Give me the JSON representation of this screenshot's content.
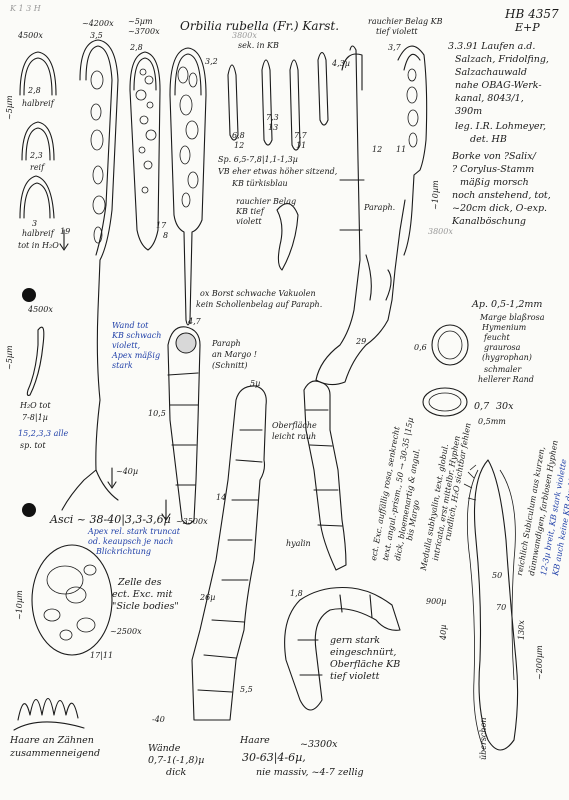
{
  "corner_stamp": "K 1 3 H",
  "sheet_id": "HB 4357",
  "sheet_sub": "E+P",
  "title": "Orbilia rubella (Fr.) Karst.",
  "collection": {
    "date_place": "3.3.91 Laufen a.d.",
    "lines": [
      "Salzach, Fridolfing,",
      "Salzachauwald",
      "nahe OBAG-Werk-",
      "kanal, 8043/1,",
      "390m"
    ],
    "leg": "leg. I.R. Lohmeyer,",
    "det": "det. HB",
    "substrate": [
      "Borke von ?Salix/",
      "? Corylus-Stamm",
      "mäßig morsch",
      "noch anstehend, tot,",
      "~20cm dick, O-exp.",
      "Kanalböschung"
    ]
  },
  "apothecia": {
    "size": "Ap. 0,5-1,2mm",
    "desc": [
      "Marge blaßrosa",
      "Hymenium",
      "feucht",
      "graurosa",
      "(hygrophan)",
      "schmaler",
      "hellerer Rand"
    ],
    "d1": "0,6",
    "d2": "0,7",
    "mag": "30x",
    "scale": "0,5mm"
  },
  "ascus_labels": {
    "mag1": "~4200x",
    "mag1b": "3,5",
    "mag2": "~5µm",
    "mag2b": "~3700x",
    "n28": "2,8",
    "n32": "3,2",
    "n37": "3,7",
    "n19": "19",
    "n17": "17",
    "n8": "8",
    "n40": "~40µ",
    "mag3500": "~3500x"
  },
  "ascus_text": {
    "line1": "Wand tot",
    "line2": "KB schwach",
    "line3": "violett,",
    "line4": "Apex mäßig",
    "line5": "stark",
    "tot": "H₂O tot",
    "tot2": "7-8|1µ",
    "tot3": "15,2,3,3 alle",
    "tot4": "sp. tot"
  },
  "spores": {
    "header": "3800x",
    "note": "sek. in KB",
    "measure": "Sp. 6,5-7,8|1,1-1,3µ",
    "vb": "VB eher etwas höher sitzend,",
    "kb": "KB türkisblau",
    "rauch": "rauchier Belag",
    "kbtief": "KB tief",
    "viol": "violett",
    "nums": [
      "6,8",
      "12",
      "7,3",
      "13",
      "7,7",
      "11"
    ],
    "width": "4,3µ",
    "vacu": [
      "ox Borst schwache Vakuolen",
      "kein Schollenbelag auf Paraph."
    ]
  },
  "paraph_top": {
    "label1": "rauchier Belag KB",
    "label2": "tief violett",
    "p": "Paraph.",
    "n12": "12",
    "n11": "11",
    "n29": "29",
    "scale": "~10µm",
    "m3800": "3800x"
  },
  "margo": {
    "n47": "4,7",
    "l1": "Paraph",
    "l2": "an Margo !",
    "l3": "(Schnitt)",
    "n105": "10,5"
  },
  "hairs_mid": {
    "sp": "5µ",
    "rough1": "Oberfläche",
    "rough2": "leicht rauh",
    "hyalin": "hyalin",
    "n14": "14",
    "n26": "26µ",
    "n55": "5,5",
    "n40": "-40",
    "n18": "1,8",
    "w1": "Wände",
    "w2": "0,7-1(-1,8)µ",
    "w3": "dick",
    "haare": "Haare",
    "mag": "~3300x",
    "m1": "30-63|4-6µ,",
    "m2": "nie massiv, ~4-7 zellig"
  },
  "exc": {
    "l1": "gern stark",
    "l2": "eingeschnürt,",
    "l3": "Oberfläche KB",
    "l4": "tief violett",
    "rot1": "ect. Exc. auffällig rosa, senkrecht",
    "rot2": "text. angul.-prism., 50 → 30-35 |15µ",
    "rot3": "dick, bloemenartig & angul.",
    "rot4": "bis Margo",
    "rot5": "Medulla subhyalin, text. globul.",
    "rot6": "intricata, erst mittelbr. Hyphen",
    "rot7": "rundlich, H₂O sichtbar fehlen",
    "n900": "900µ",
    "n40p": "40µ"
  },
  "section": {
    "n50": "50",
    "n70": "70",
    "n130": "130x",
    "scale": "~200µm",
    "hairs_note": "reichlich Subiculum aus kurzen,",
    "hairs_note2": "dünnwandigen, farblosen Hyphen",
    "hairs_note3": "12-3µ breit, KB stark violette",
    "hairs_note4": "KB auch keine KB dunkl. Gallerte",
    "sub": "überschon"
  },
  "asci_note": {
    "l1": "Asci ~ 38-40|3,3-3,6µ",
    "l2": "Apex rel. stark truncat",
    "l3": "od. keaupsch je nach",
    "l4": "Blickrichtung"
  },
  "cell": {
    "l1": "Zelle des",
    "l2": "ect. Exc. mit",
    "l3": "\"Sicle bodies\"",
    "mag": "~2500x",
    "n17": "17|11",
    "scale": "~10µm"
  },
  "teeth": {
    "l1": "Haare an Zähnen",
    "l2": "zusammenneigend"
  },
  "left_col": {
    "mag": "4500x",
    "n28": "2,8",
    "halb": "halbreif",
    "n23": "2,3",
    "reif": "reif",
    "n3": "3",
    "halbreif2": "halbreif",
    "tot": "tot in H₂O",
    "scale": "~5µm",
    "m4500": "4500x",
    "scale2": "~5µm"
  }
}
